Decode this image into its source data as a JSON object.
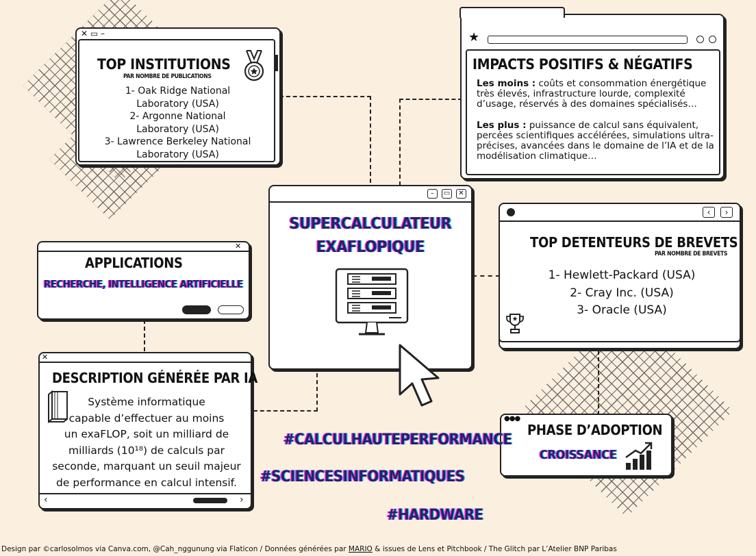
{
  "institutions": {
    "title": "TOP INSTITUTIONS",
    "subtitle": "PAR NOMBRE DE PUBLICATIONS",
    "lines": [
      "1- Oak Ridge National",
      "Laboratory (USA)",
      "2- Argonne National",
      "Laboratory (USA)",
      "3- Lawrence Berkeley National",
      "Laboratory (USA)"
    ],
    "icon": "medal-icon"
  },
  "impacts": {
    "title": "IMPACTS POSITIFS & NÉGATIFS",
    "moins_label": "Les moins :",
    "moins_text": " coûts et consommation énergétique très élevés, infrastructure lourde, complexité d’usage, réservés à des domaines spécialisés…",
    "plus_label": "Les plus :",
    "plus_text": " puissance de calcul sans équivalent, percées scientifiques accélérées, simulations ultra-précises, avancées dans le domaine de l’IA et de la modélisation climatique…"
  },
  "center": {
    "title_line1": "SUPERCALCULATEUR",
    "title_line2": "EXAFLOPIQUE",
    "icon": "supercomputer-icon",
    "cursor_icon": "cursor-arrow-icon"
  },
  "applications": {
    "title": "APPLICATIONS",
    "text": "RECHERCHE, INTELLIGENCE ARTIFICIELLE"
  },
  "brevets": {
    "title": "TOP DETENTEURS DE BREVETS",
    "subtitle": "PAR NOMBRE DE BREVETS",
    "lines": [
      "1- Hewlett-Packard (USA)",
      "2- Cray Inc. (USA)",
      "3- Oracle (USA)"
    ],
    "icon": "trophy-icon"
  },
  "description": {
    "title": "DESCRIPTION GÉNÉRÉE PAR IA",
    "lines": [
      "Système informatique",
      "capable d’effectuer au moins",
      "un exaFLOP, soit un milliard de",
      "milliards (10¹⁸) de calculs par",
      "seconde, marquant un seuil majeur",
      "de performance en calcul intensif."
    ],
    "icon": "book-icon"
  },
  "adoption": {
    "title": "PHASE D’ADOPTION",
    "value": "CROISSANCE",
    "icon": "growth-chart-icon"
  },
  "hashtags": [
    "#CALCULHAUTEPERFORMANCE",
    "#SCIENCESINFORMATIQUES",
    "#HARDWARE"
  ],
  "footer": {
    "pre": "Design par ©carlosolmos via Canva.com, @Cah_nggunung via Flaticon / Données générées par ",
    "link": "MARIO",
    "post": " & issues de Lens et Pitchbook / The Glitch par L’Atelier BNP Paribas"
  },
  "colors": {
    "background": "#fbefdf",
    "ink": "#222222",
    "glow_pink": "#ff2fd1",
    "glow_cyan": "#29d3ff",
    "glow_text": "#2a1e6b"
  }
}
